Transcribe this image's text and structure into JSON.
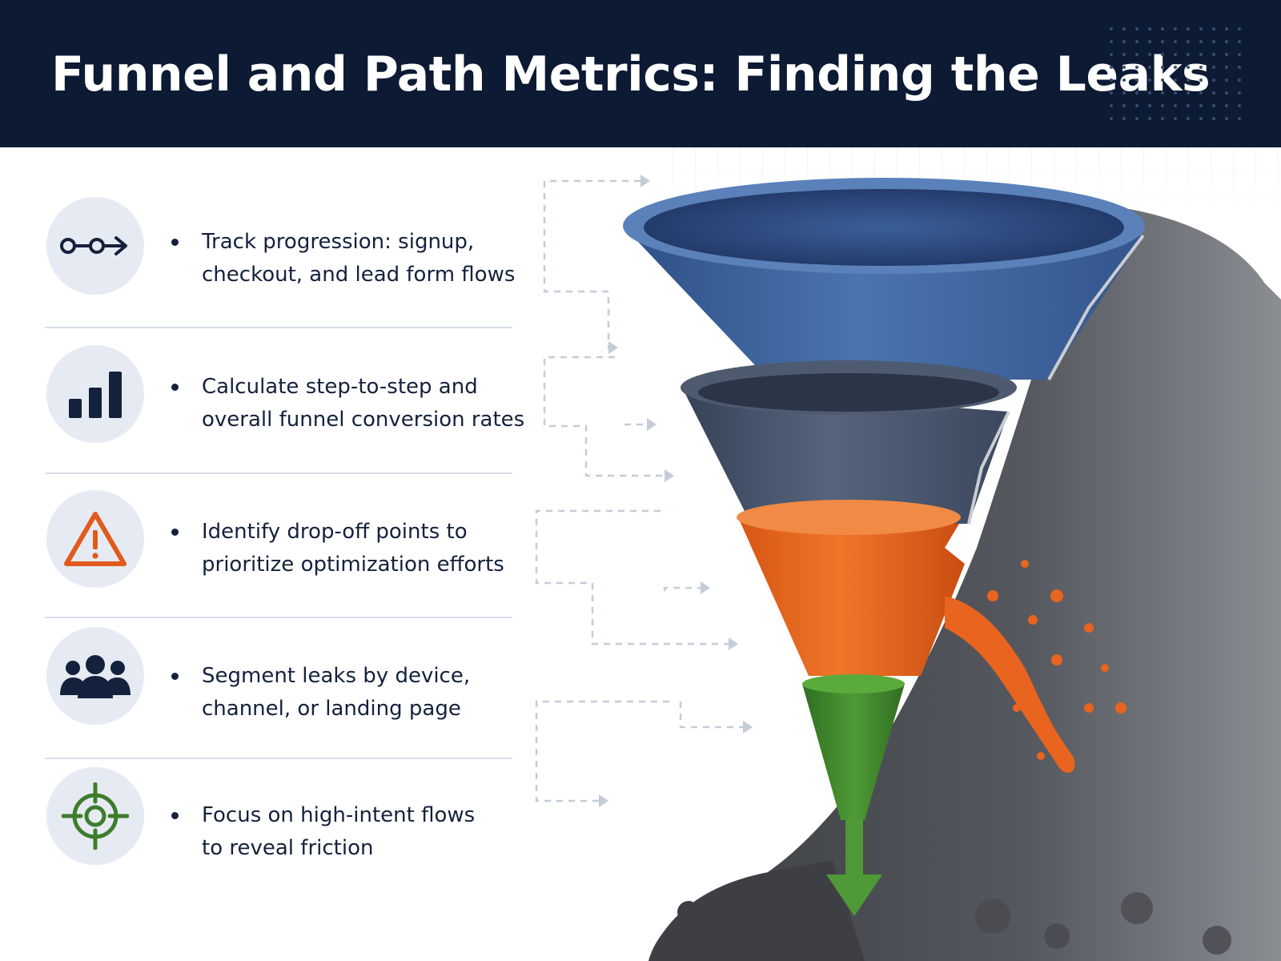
{
  "header": {
    "title": "Funnel and Path Metrics: Finding the Leaks"
  },
  "items": [
    {
      "icon": "path-steps-icon",
      "line1": "Track progression: signup,",
      "line2": "checkout, and lead form flows"
    },
    {
      "icon": "bar-chart-icon",
      "line1": "Calculate step-to-step and",
      "line2": "overall funnel conversion rates"
    },
    {
      "icon": "warning-icon",
      "line1": "Identify drop-off points to",
      "line2": "prioritize optimization efforts"
    },
    {
      "icon": "users-group-icon",
      "line1": "Segment leaks by device,",
      "line2": "channel, or landing page"
    },
    {
      "icon": "target-icon",
      "line1": "Focus on high-intent flows",
      "line2": "to reveal friction"
    }
  ],
  "colors": {
    "header_bg": "#0c1a33",
    "text": "#14213d",
    "funnel_top": "#3f65a0",
    "funnel_mid": "#44536d",
    "funnel_leak": "#e8641f",
    "funnel_bottom": "#3f8a2e",
    "warning": "#e05a1c",
    "target": "#3c7d2c"
  }
}
